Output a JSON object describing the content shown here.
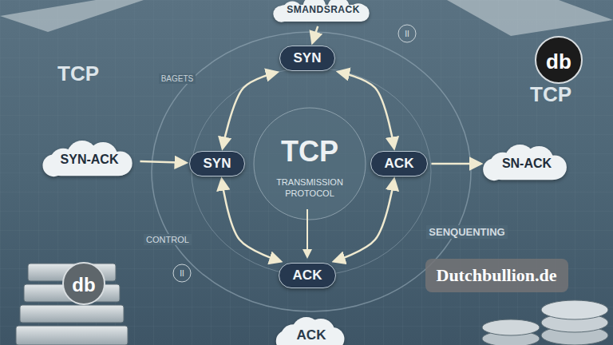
{
  "diagram": {
    "nodes": [
      {
        "text": [
          "SMANDSRACK"
        ]
      },
      {
        "text": [
          "SYN"
        ]
      },
      {
        "text": [
          "SYN-ACK"
        ]
      },
      {
        "text": [
          "SYN"
        ]
      },
      {
        "text": [
          "ACK"
        ]
      },
      {
        "text": [
          "SN-ACK"
        ]
      },
      {
        "text": [
          "ACK"
        ]
      },
      {
        "text": [
          "ACK"
        ]
      },
      {
        "text": [
          "Dutchbullion.de"
        ]
      }
    ],
    "edges": [
      {
        "from": 0,
        "to": 1,
        "arrow": "to"
      },
      {
        "from": 1,
        "to": 3,
        "arrow": "both"
      },
      {
        "from": 1,
        "to": 4,
        "arrow": "both"
      },
      {
        "from": 2,
        "to": 3,
        "arrow": "to"
      },
      {
        "from": 4,
        "to": 5,
        "arrow": "to"
      },
      {
        "from": 3,
        "to": 6,
        "arrow": "both"
      },
      {
        "from": 4,
        "to": 6,
        "arrow": "both"
      }
    ],
    "labels": [
      "II",
      "db",
      "TCP",
      "BAGETS",
      "TCP",
      "TCP",
      "TRANSMISSION PROTOCOL",
      "SENQUENTING",
      "CONTROL",
      "II",
      "db"
    ]
  }
}
